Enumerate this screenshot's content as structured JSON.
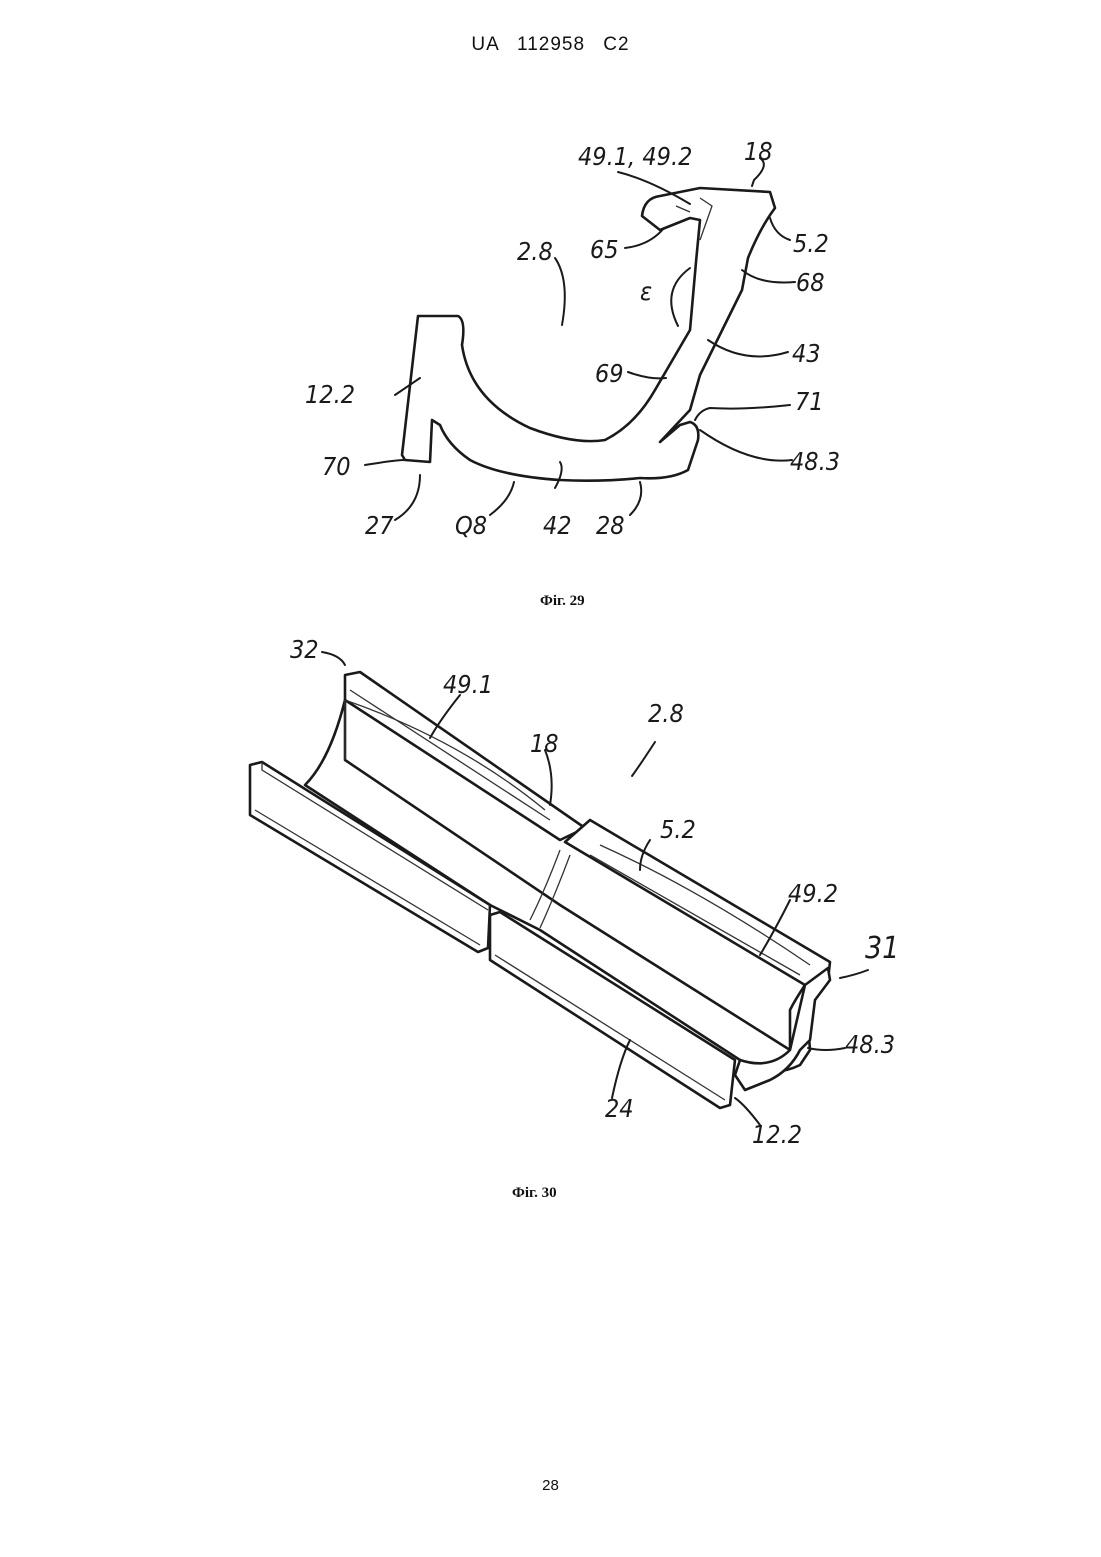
{
  "header": "UA 112958 C2",
  "figure29": {
    "caption": "Фіг. 29",
    "labels": {
      "l_49": "49.1, 49.2",
      "l_18": "18",
      "l_65": "65",
      "l_52": "5.2",
      "l_28a": "2.8",
      "l_68": "68",
      "l_eps": "ε",
      "l_43": "43",
      "l_69": "69",
      "l_122": "12.2",
      "l_71": "71",
      "l_483": "48.3",
      "l_70": "70",
      "l_27": "27",
      "l_q8": "Q8",
      "l_42": "42",
      "l_28": "28"
    }
  },
  "figure30": {
    "caption": "Фіг. 30",
    "labels": {
      "l_32": "32",
      "l_491": "49.1",
      "l_28a": "2.8",
      "l_18": "18",
      "l_52": "5.2",
      "l_492": "49.2",
      "l_31": "31",
      "l_483": "48.3",
      "l_24": "24",
      "l_122": "12.2"
    }
  },
  "page_number": "28"
}
